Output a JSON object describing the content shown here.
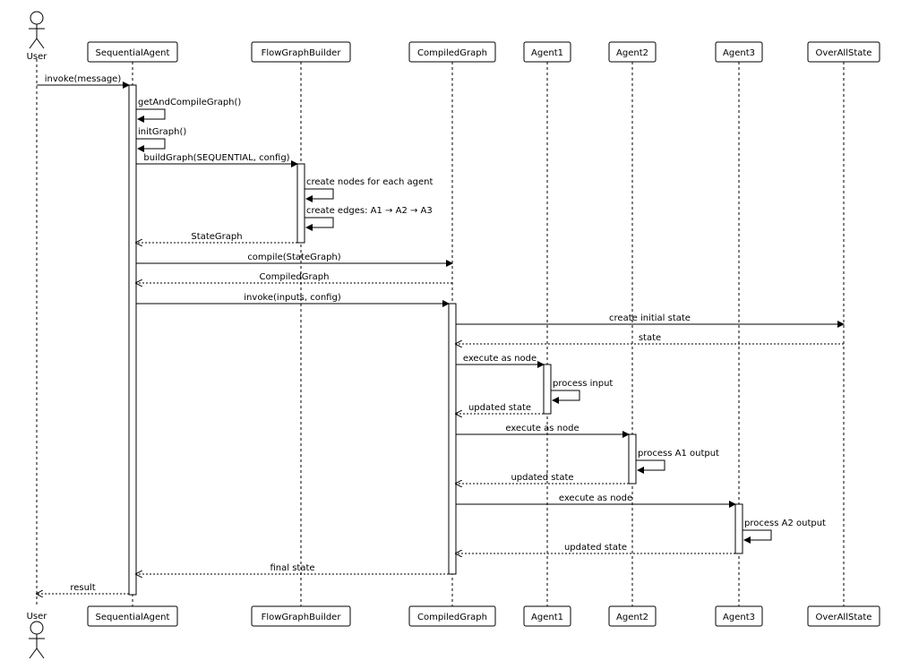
{
  "diagram": {
    "participants": [
      {
        "id": "user",
        "label": "User",
        "actor": true
      },
      {
        "id": "seq",
        "label": "SequentialAgent"
      },
      {
        "id": "fgb",
        "label": "FlowGraphBuilder"
      },
      {
        "id": "cg",
        "label": "CompiledGraph"
      },
      {
        "id": "a1",
        "label": "Agent1"
      },
      {
        "id": "a2",
        "label": "Agent2"
      },
      {
        "id": "a3",
        "label": "Agent3"
      },
      {
        "id": "oas",
        "label": "OverAllState"
      }
    ],
    "messages": [
      {
        "from": "user",
        "to": "seq",
        "label": "invoke(message)",
        "type": "sync"
      },
      {
        "from": "seq",
        "to": "seq",
        "label": "getAndCompileGraph()",
        "type": "self"
      },
      {
        "from": "seq",
        "to": "seq",
        "label": "initGraph()",
        "type": "self"
      },
      {
        "from": "seq",
        "to": "fgb",
        "label": "buildGraph(SEQUENTIAL, config)",
        "type": "sync"
      },
      {
        "from": "fgb",
        "to": "fgb",
        "label": "create nodes for each agent",
        "type": "self"
      },
      {
        "from": "fgb",
        "to": "fgb",
        "label": "create edges: A1 → A2 → A3",
        "type": "self"
      },
      {
        "from": "fgb",
        "to": "seq",
        "label": "StateGraph",
        "type": "return"
      },
      {
        "from": "seq",
        "to": "cg",
        "label": "compile(StateGraph)",
        "type": "sync"
      },
      {
        "from": "cg",
        "to": "seq",
        "label": "CompiledGraph",
        "type": "return"
      },
      {
        "from": "seq",
        "to": "cg",
        "label": "invoke(inputs, config)",
        "type": "sync"
      },
      {
        "from": "cg",
        "to": "oas",
        "label": "create initial state",
        "type": "sync"
      },
      {
        "from": "oas",
        "to": "cg",
        "label": "state",
        "type": "return"
      },
      {
        "from": "cg",
        "to": "a1",
        "label": "execute as node",
        "type": "sync"
      },
      {
        "from": "a1",
        "to": "a1",
        "label": "process input",
        "type": "self"
      },
      {
        "from": "a1",
        "to": "cg",
        "label": "updated state",
        "type": "return"
      },
      {
        "from": "cg",
        "to": "a2",
        "label": "execute as node",
        "type": "sync"
      },
      {
        "from": "a2",
        "to": "a2",
        "label": "process A1 output",
        "type": "self"
      },
      {
        "from": "a2",
        "to": "cg",
        "label": "updated state",
        "type": "return"
      },
      {
        "from": "cg",
        "to": "a3",
        "label": "execute as node",
        "type": "sync"
      },
      {
        "from": "a3",
        "to": "a3",
        "label": "process A2 output",
        "type": "self"
      },
      {
        "from": "a3",
        "to": "cg",
        "label": "updated state",
        "type": "return"
      },
      {
        "from": "cg",
        "to": "seq",
        "label": "final state",
        "type": "return"
      },
      {
        "from": "seq",
        "to": "user",
        "label": "result",
        "type": "return"
      }
    ]
  }
}
